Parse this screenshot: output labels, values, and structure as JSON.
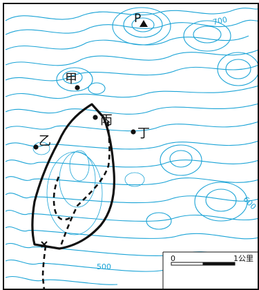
{
  "map": {
    "colors": {
      "contour": "#1aa3d6",
      "ink": "#111111",
      "background": "#ffffff"
    },
    "points": {
      "jia": "甲",
      "yi": "乙",
      "bing": "丙",
      "ding": "丁",
      "peak": "P"
    },
    "contour_labels": {
      "c700": "700",
      "c600": "600",
      "c500": "500"
    },
    "scale": {
      "start": "0",
      "end": "1公里"
    },
    "icons": {
      "peak_marker": "triangle-icon",
      "point_marker": "dot-icon"
    }
  }
}
